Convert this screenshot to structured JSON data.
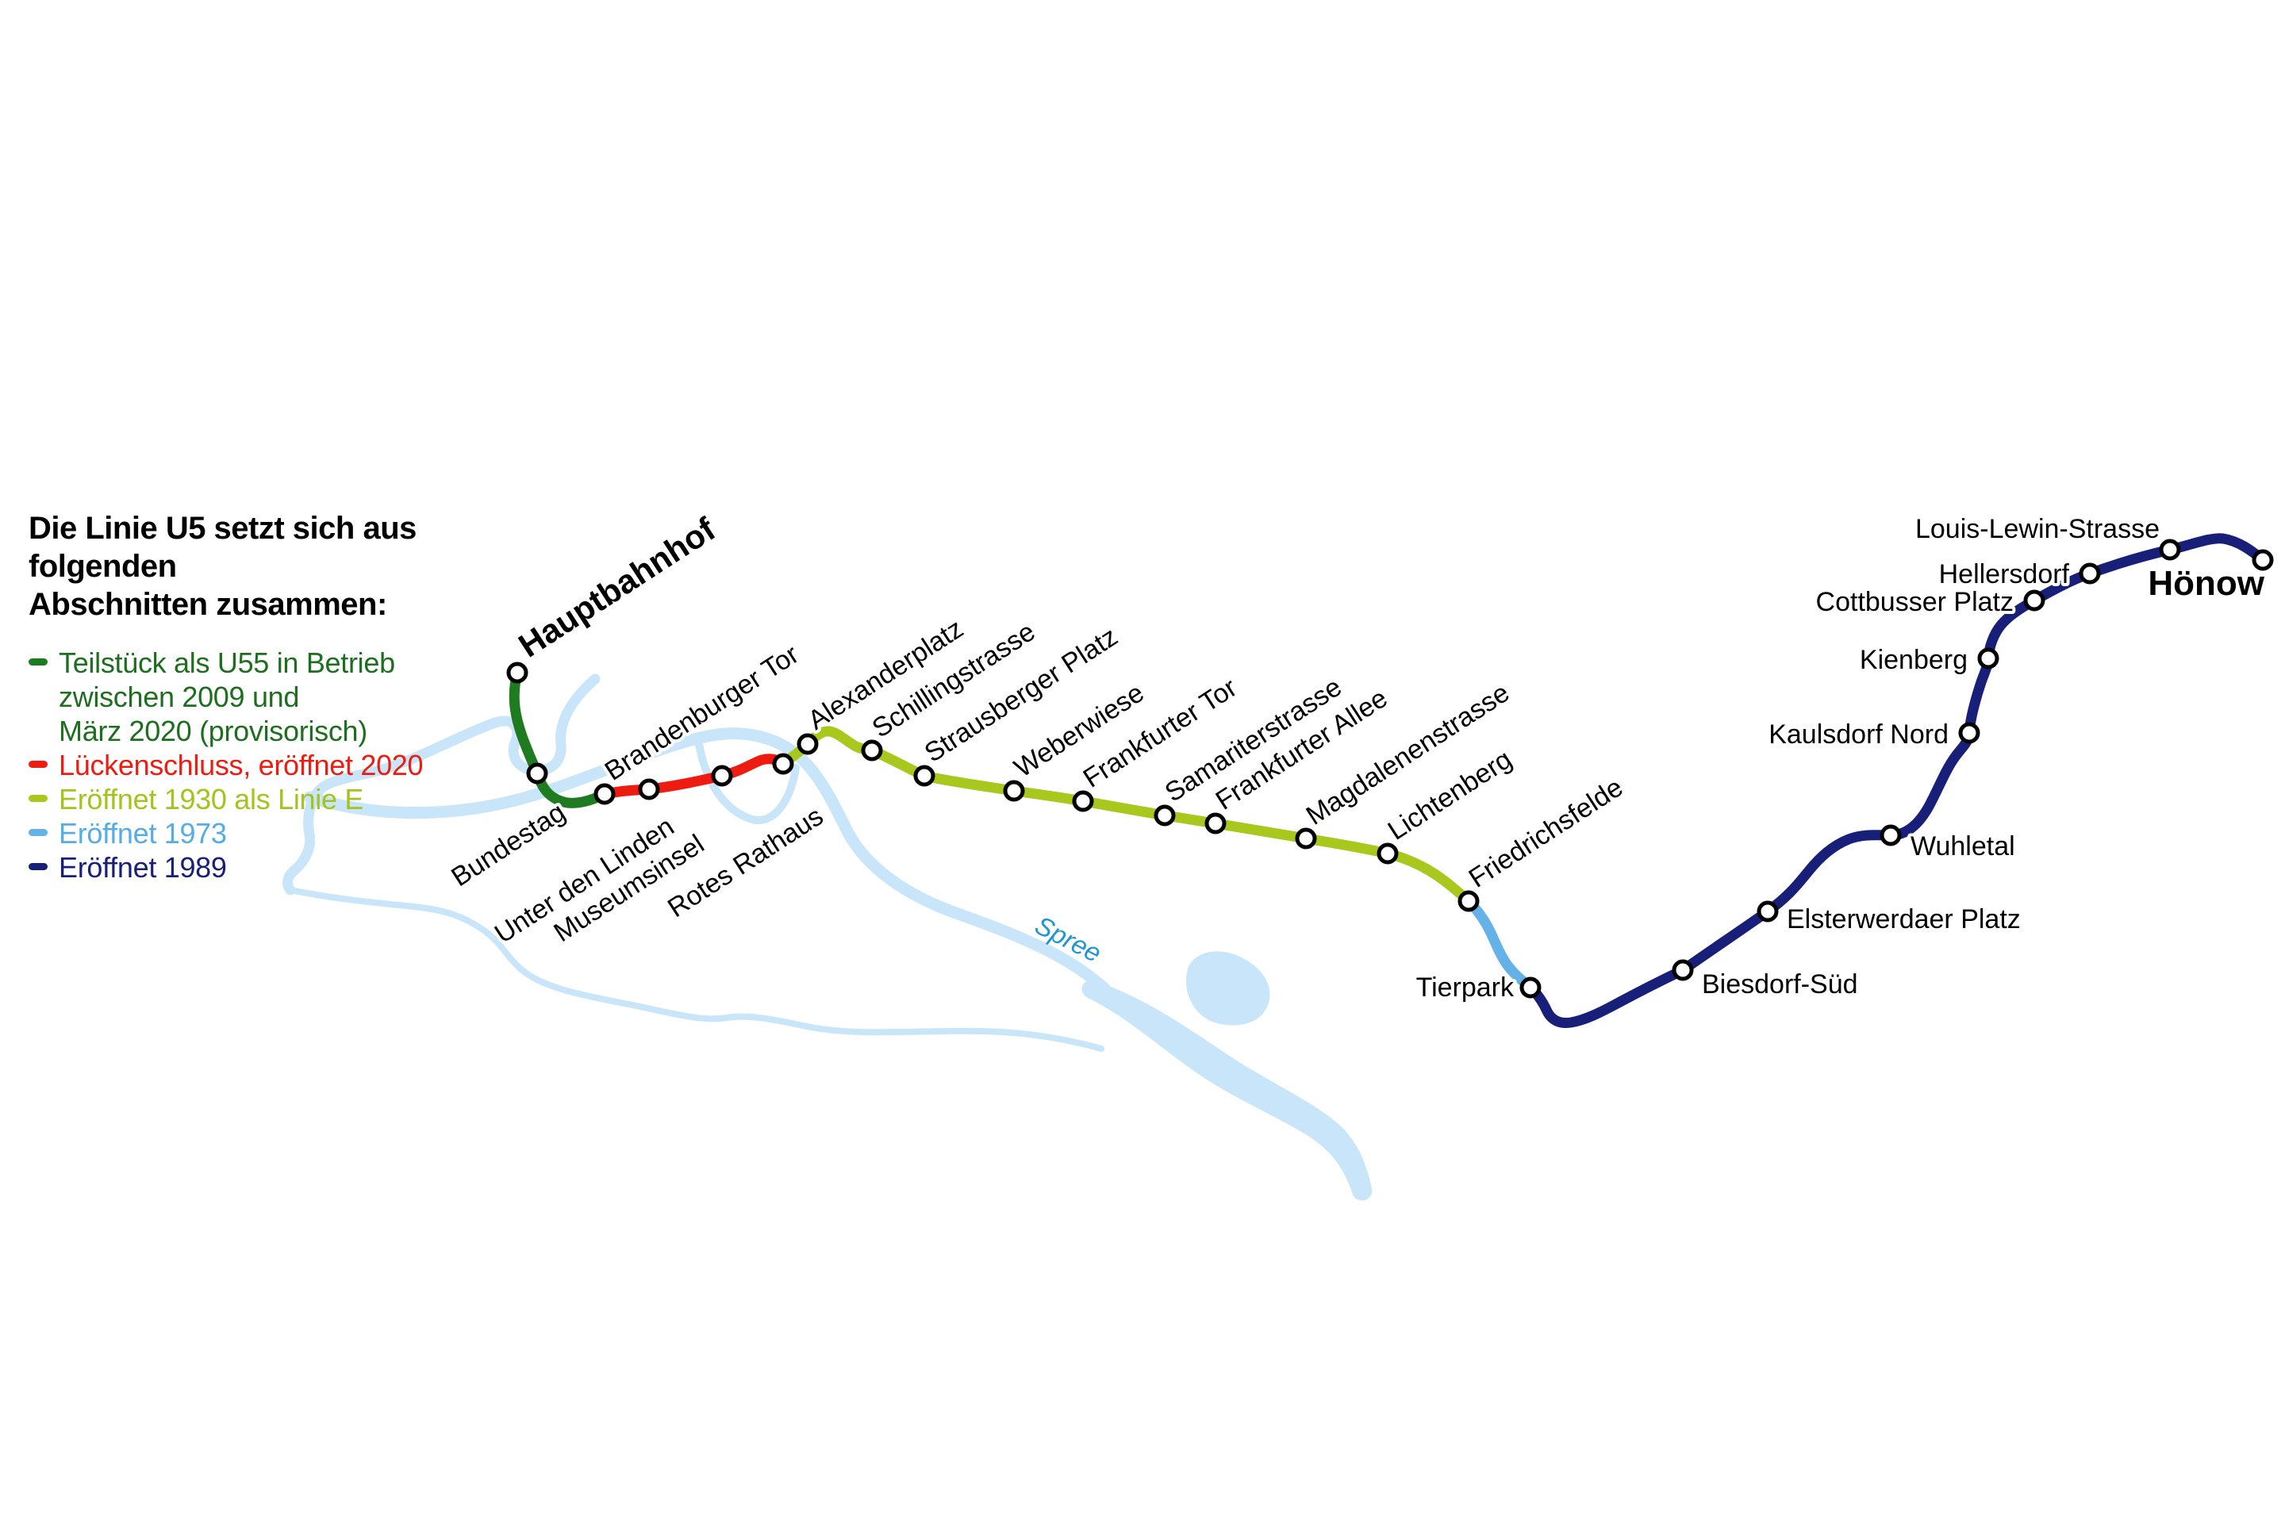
{
  "legend": {
    "heading_lines": [
      "Die Linie U5 setzt sich aus folgenden",
      "Abschnitten zusammen:"
    ],
    "rows": [
      {
        "label": "Teilstück als U55 in Betrieb",
        "color": "#1d6e1f"
      },
      {
        "label": "zwischen 2009 und",
        "color": "#1d6e1f"
      },
      {
        "label": "März 2020 (provisorisch)",
        "color": "#1d6e1f"
      },
      {
        "label": "Lückenschluss, eröffnet 2020",
        "color": "#ee1b10"
      },
      {
        "label": "Eröffnet 1930 als Linie E",
        "color": "#a4c31d"
      },
      {
        "label": "Eröffnet 1973",
        "color": "#56ace4"
      },
      {
        "label": "Eröffnet 1989",
        "color": "#171f78"
      }
    ]
  },
  "colors": {
    "section_u55": "#1e7b20",
    "section_lueckenschluss_2020": "#ee1b10",
    "section_1930_linie_e": "#a8c81e",
    "section_1973": "#64b2e8",
    "section_1989": "#171f78",
    "river": "#c9e5f9",
    "river_label": "#1e96d3",
    "text": "#000000"
  },
  "map": {
    "river_label": "Spree",
    "stations": [
      "Hauptbahnhof",
      "Bundestag",
      "Brandenburger Tor",
      "Unter den Linden",
      "Museumsinsel",
      "Rotes Rathaus",
      "Alexanderplatz",
      "Schillingstrasse",
      "Strausberger Platz",
      "Weberwiese",
      "Frankfurter Tor",
      "Samariterstrasse",
      "Frankfurter Allee",
      "Magdalenenstrasse",
      "Lichtenberg",
      "Friedrichsfelde",
      "Tierpark",
      "Biesdorf-Süd",
      "Elsterwerdaer Platz",
      "Wuhletal",
      "Kaulsdorf Nord",
      "Kienberg",
      "Cottbusser Platz",
      "Hellersdorf",
      "Louis-Lewin-Strasse",
      "Hönow"
    ]
  }
}
